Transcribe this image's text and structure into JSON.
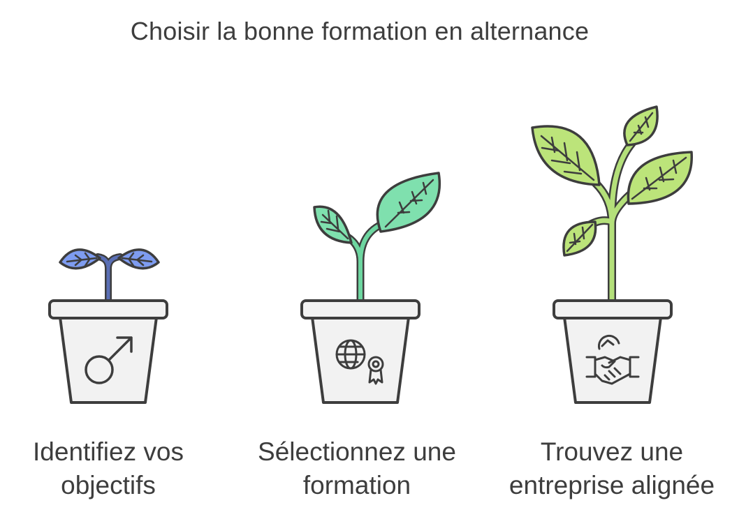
{
  "title": "Choisir la bonne formation en alternance",
  "steps": [
    {
      "line1": "Identifiez vos",
      "line2": "objectifs",
      "icon": "male-symbol-icon",
      "leaf_color": "#7e9cf0",
      "stem_color": "#5a6fb5"
    },
    {
      "line1": "Sélectionnez une",
      "line2": "formation",
      "icon": "globe-certificate-icon",
      "leaf_color": "#7fe0ae",
      "stem_color": "#6dd6a0"
    },
    {
      "line1": "Trouvez une",
      "line2": "entreprise alignée",
      "icon": "handshake-icon",
      "leaf_color": "#bce47a",
      "stem_color": "#b4e07a"
    }
  ],
  "colors": {
    "outline": "#3d3d3d",
    "pot_fill": "#f2f2f2",
    "text": "#3d3d3d"
  }
}
